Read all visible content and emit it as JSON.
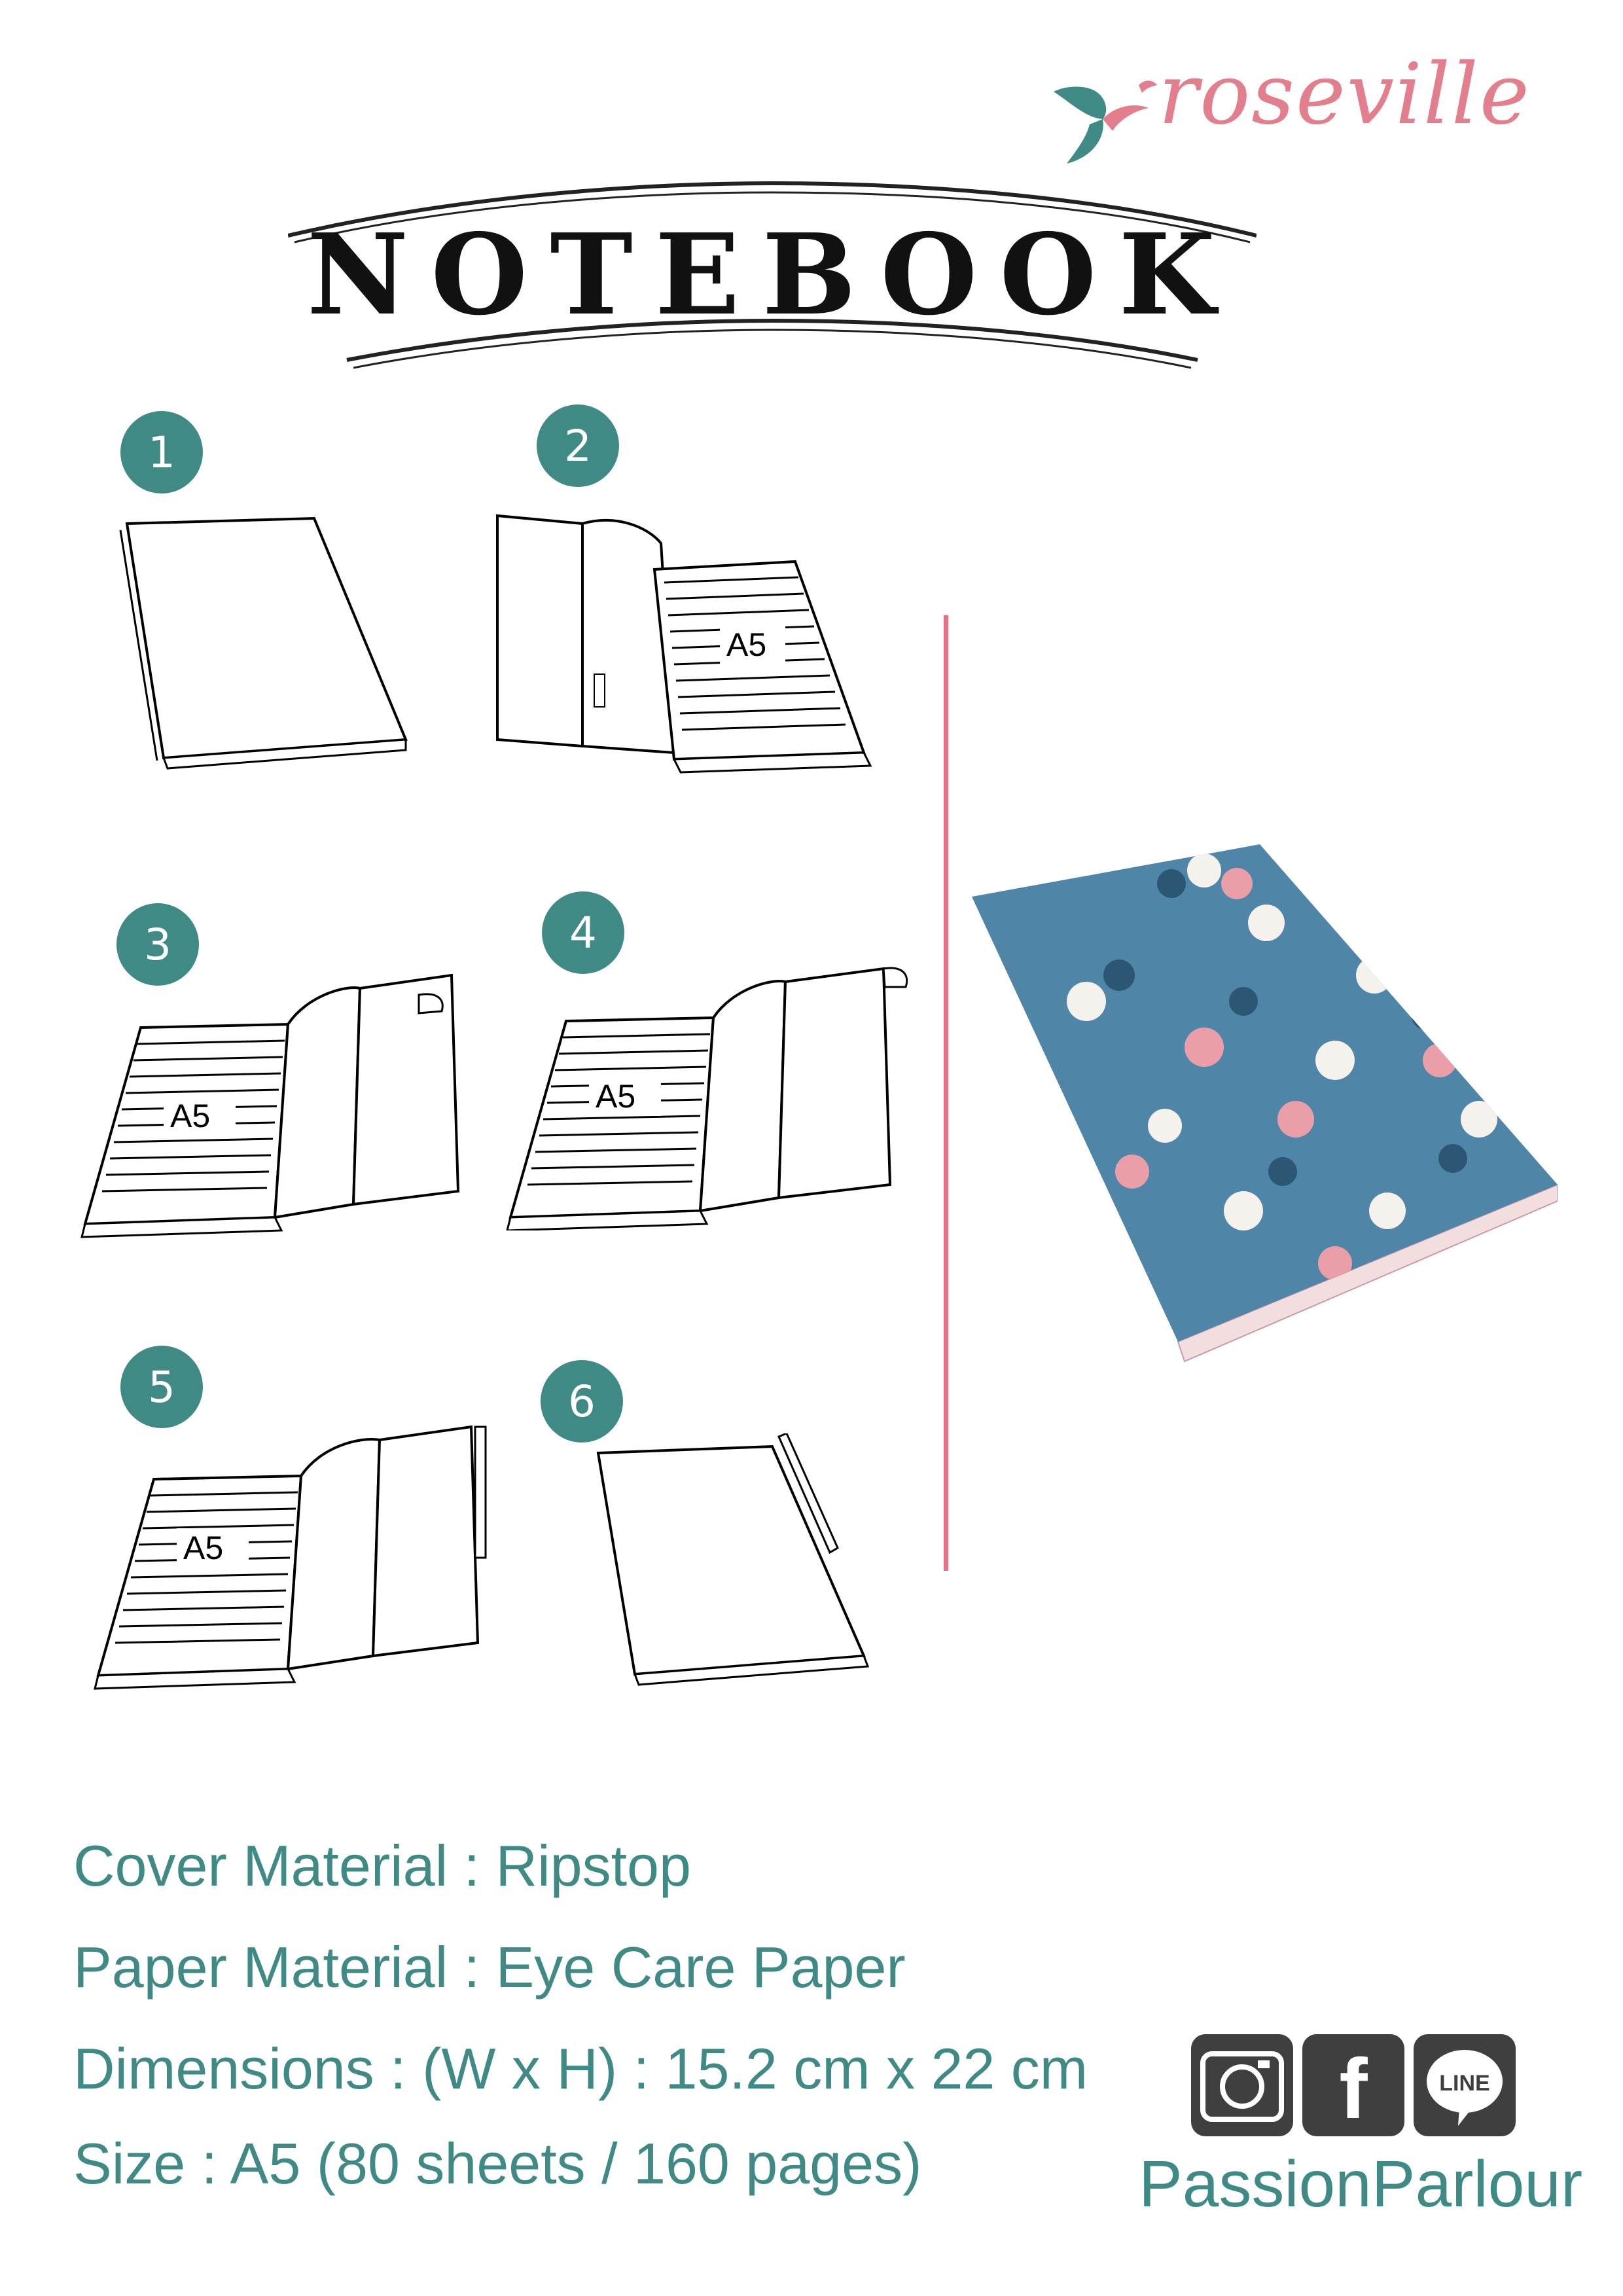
{
  "brand": {
    "name": "roseville"
  },
  "title": "NOTEBOOK",
  "steps": [
    {
      "number": "1"
    },
    {
      "number": "2",
      "page_label": "A5"
    },
    {
      "number": "3",
      "page_label": "A5"
    },
    {
      "number": "4",
      "page_label": "A5"
    },
    {
      "number": "5",
      "page_label": "A5"
    },
    {
      "number": "6"
    }
  ],
  "specs": [
    "Cover Material : Ripstop",
    "Paper Material : Eye Care Paper",
    "Dimensions : (W x H) : 15.2 cm x 22 cm",
    "Size : A5 (80 sheets / 160 pages)"
  ],
  "social": {
    "icons": [
      "instagram-icon",
      "facebook-icon",
      "line-icon"
    ],
    "line_label": "LINE",
    "facebook_label": "f",
    "handle": "PassionParlour"
  },
  "colors": {
    "teal": "#3f8a85",
    "pink": "#e37e8c",
    "divider": "#e2728a",
    "cover_blue": "#4f86a8"
  }
}
